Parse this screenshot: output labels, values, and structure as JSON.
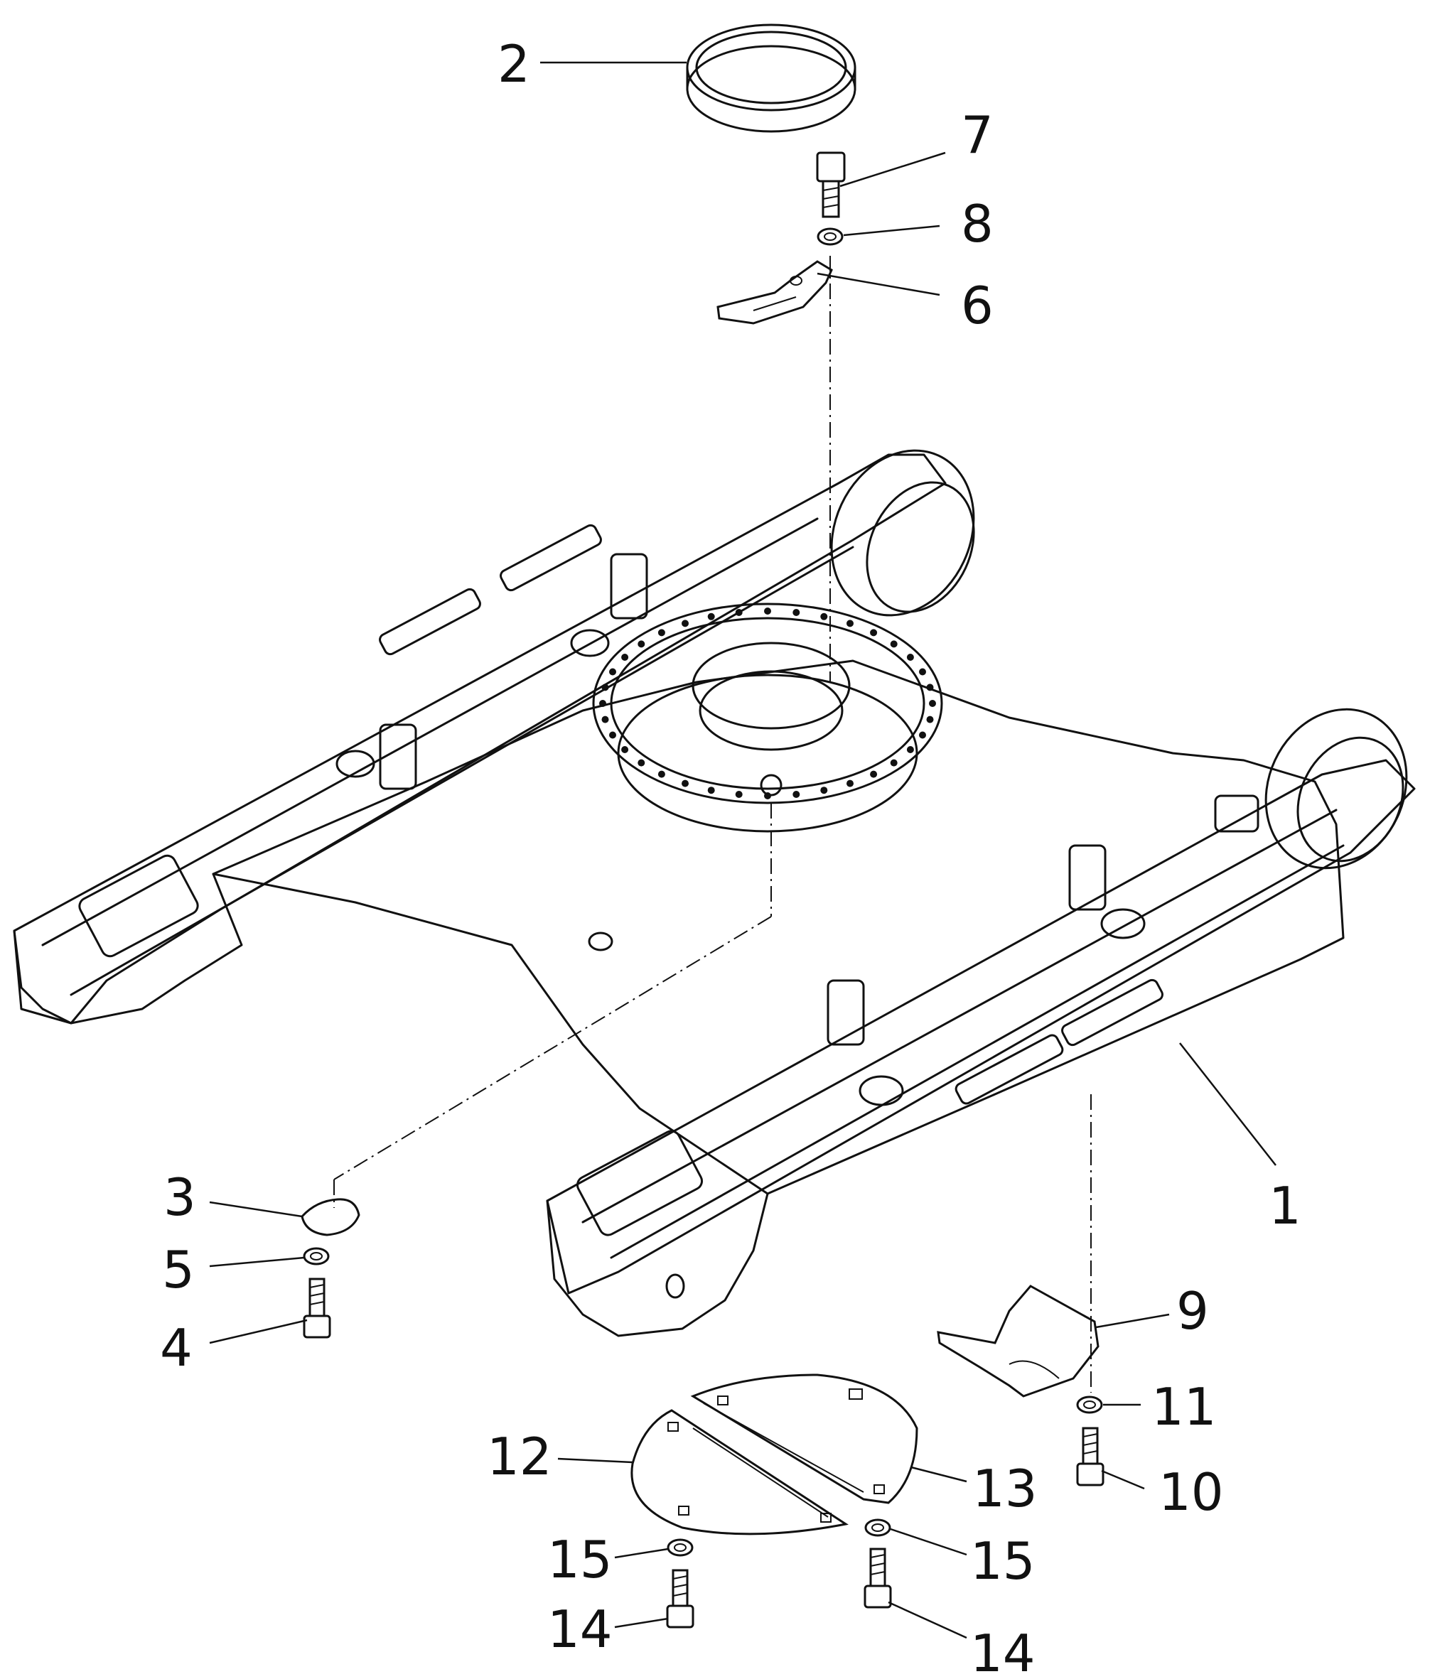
{
  "callouts": {
    "c1": "1",
    "c2": "2",
    "c3": "3",
    "c4": "4",
    "c5": "5",
    "c6": "6",
    "c7": "7",
    "c8": "8",
    "c9": "9",
    "c10": "10",
    "c11": "11",
    "c12": "12",
    "c13": "13",
    "c14a": "14",
    "c14b": "14",
    "c15a": "15",
    "c15b": "15"
  }
}
